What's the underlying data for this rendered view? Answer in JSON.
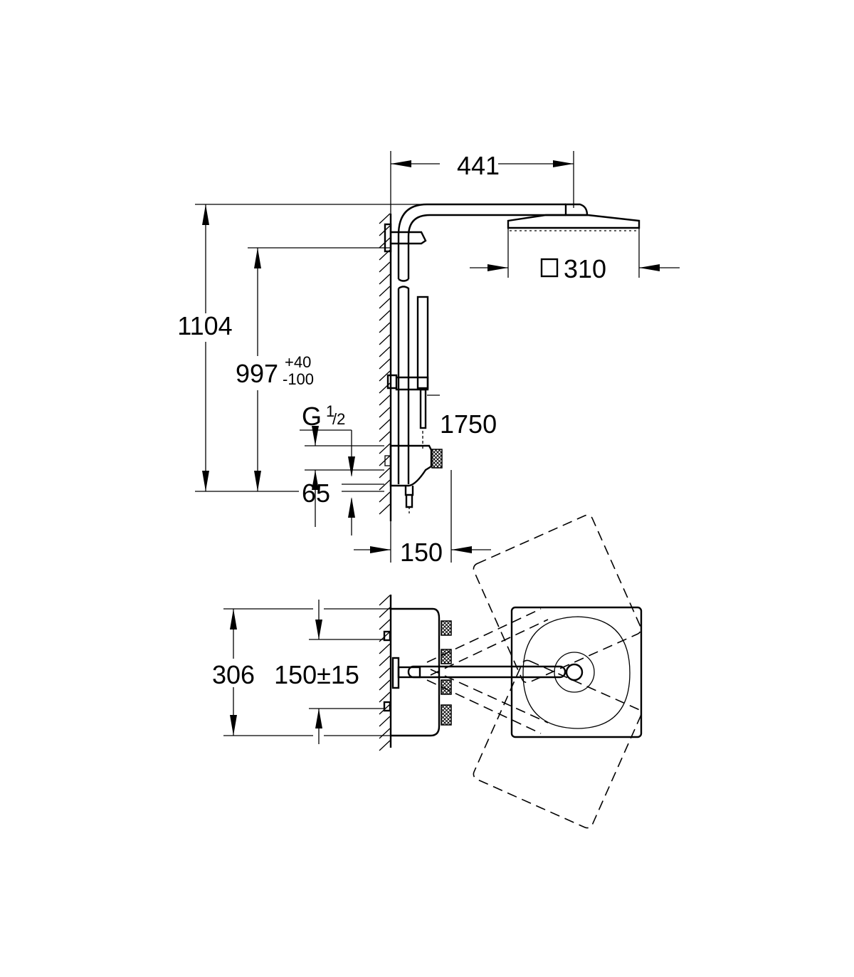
{
  "drawing": {
    "side_view": {
      "width_label": "441",
      "height_label": "1104",
      "riser_height_label": "997",
      "riser_tolerance_plus": "+40",
      "riser_tolerance_minus": "-100",
      "head_size_symbol": "□",
      "head_size_label": "310",
      "hose_length_label": "1750",
      "thread_label": "G",
      "thread_frac_num": "1",
      "thread_frac_den": "/2",
      "spacing_label": "65",
      "depth_label": "150"
    },
    "top_view": {
      "width_label": "306",
      "centers_label": "150±15"
    }
  }
}
